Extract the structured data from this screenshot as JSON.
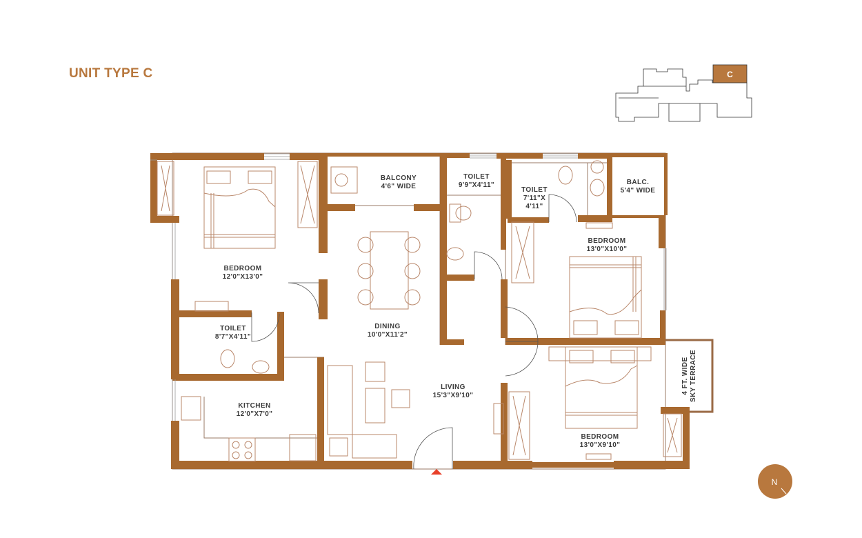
{
  "header": {
    "title": "UNIT TYPE C"
  },
  "key_plan": {
    "unit_label": "C"
  },
  "rooms": {
    "bedroom1": {
      "name": "BEDROOM",
      "size": "12'0\"X13'0\""
    },
    "balcony1": {
      "name": "BALCONY",
      "size": "4'6\" WIDE"
    },
    "toilet_top": {
      "name": "TOILET",
      "size": "9'9\"X4'11\""
    },
    "toilet_right": {
      "name": "TOILET",
      "size_line1": "7'11\"X",
      "size_line2": "4'11\""
    },
    "balcony2": {
      "name": "BALC.",
      "size": "5'4\" WIDE"
    },
    "bedroom2": {
      "name": "BEDROOM",
      "size": "13'0\"X10'0\""
    },
    "toilet_left": {
      "name": "TOILET",
      "size": "8'7\"X4'11\""
    },
    "dining": {
      "name": "DINING",
      "size": "10'0\"X11'2\""
    },
    "living": {
      "name": "LIVING",
      "size": "15'3\"X9'10\""
    },
    "kitchen": {
      "name": "KITCHEN",
      "size": "12'0\"X7'0\""
    },
    "bedroom3": {
      "name": "BEDROOM",
      "size": "13'0\"X9'10\""
    },
    "sky_terrace": {
      "line1": "4 FT. WIDE",
      "line2": "SKY TERRACE"
    }
  },
  "compass": {
    "label": "N"
  },
  "colors": {
    "wall": "#a8692f",
    "accent": "#b8783e",
    "entry_marker": "#e8402a"
  }
}
